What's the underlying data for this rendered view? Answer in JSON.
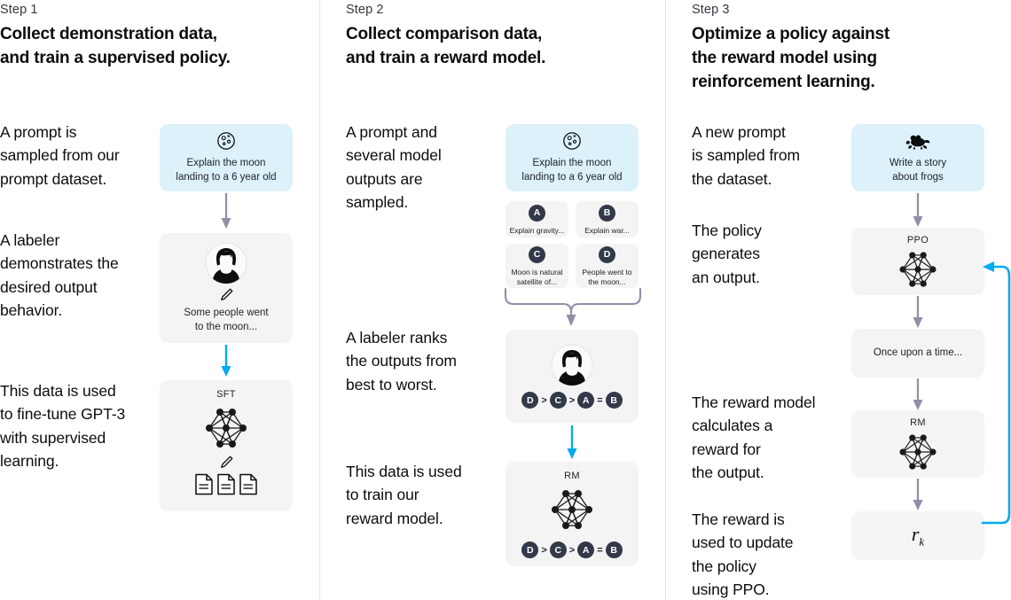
{
  "columns": [
    {
      "step_label": "Step 1",
      "step_title": "Collect demonstration data,\nand train a supervised policy.",
      "paragraphs": [
        "A prompt is\nsampled from our\nprompt dataset.",
        "A labeler\ndemonstrates the\ndesired output\nbehavior.",
        "This data is used\nto fine-tune GPT-3\nwith supervised\nlearning."
      ],
      "prompt_card": {
        "icon": "moon-icon",
        "text": "Explain the moon\nlanding to a 6 year old"
      },
      "labeler_card": {
        "icon": "person-icon",
        "sub_icon": "pencil-icon",
        "text": "Some people went\nto the moon..."
      },
      "model_card": {
        "caption": "SFT",
        "icon": "neural-network-icon",
        "sub_icon": "pencil-icon",
        "doc_icons": [
          "document-icon",
          "document-icon",
          "document-icon"
        ]
      }
    },
    {
      "step_label": "Step 2",
      "step_title": "Collect comparison data,\nand train a reward model.",
      "paragraphs": [
        "A prompt and\nseveral model\noutputs are\nsampled.",
        "A labeler ranks\nthe outputs from\nbest to worst.",
        "This data is used\nto train our\nreward model."
      ],
      "prompt_card": {
        "icon": "moon-icon",
        "text": "Explain the moon\nlanding to a 6 year old"
      },
      "options": [
        {
          "badge": "A",
          "text": "Explain gravity..."
        },
        {
          "badge": "B",
          "text": "Explain war..."
        },
        {
          "badge": "C",
          "text": "Moon is natural\nsatellite of..."
        },
        {
          "badge": "D",
          "text": "People went to\nthe moon..."
        }
      ],
      "ranking_card": {
        "icon": "person-icon",
        "ranking": [
          "D",
          ">",
          "C",
          ">",
          "A",
          "=",
          "B"
        ]
      },
      "reward_card": {
        "caption": "RM",
        "icon": "neural-network-icon",
        "ranking": [
          "D",
          ">",
          "C",
          ">",
          "A",
          "=",
          "B"
        ]
      }
    },
    {
      "step_label": "Step 3",
      "step_title": "Optimize a policy against\nthe reward model using\nreinforcement learning.",
      "paragraphs": [
        "A new prompt\nis sampled from\nthe dataset.",
        "The policy\ngenerates\nan output.",
        "The reward model\ncalculates a\nreward for\nthe output.",
        "The reward is\nused to update\nthe policy\nusing PPO."
      ],
      "prompt_card": {
        "icon": "frog-icon",
        "text": "Write a story\nabout frogs"
      },
      "policy_card": {
        "caption": "PPO",
        "icon": "neural-network-icon"
      },
      "output_card": {
        "text": "Once upon a time..."
      },
      "rm_card": {
        "caption": "RM",
        "icon": "neural-network-icon"
      },
      "reward_card": {
        "symbol": "r",
        "subscript": "k"
      }
    }
  ],
  "colors": {
    "prompt_card_bg": "#ddf1fb",
    "card_bg": "#f4f4f4",
    "badge_bg": "#33394a",
    "gray_arrow": "#8e8fa8",
    "blue_arrow": "#00aaf0",
    "text": "#0b0d0e",
    "divider": "#e6e6e6"
  }
}
